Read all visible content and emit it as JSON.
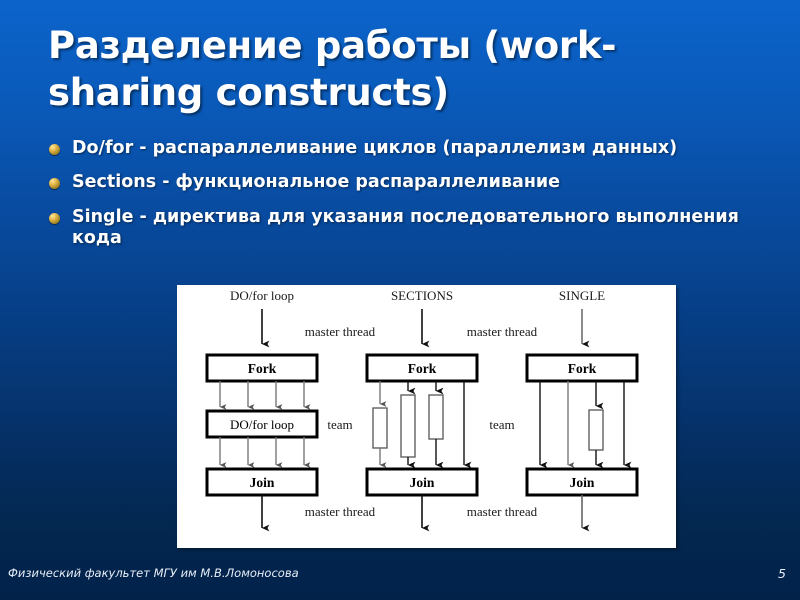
{
  "slide": {
    "title": "Разделение работы (work-sharing constructs)",
    "background_top_color": "#0c64cb",
    "background_bottom_color": "#02224a",
    "title_color": "#ffffff"
  },
  "bullets": [
    {
      "marker": "gold-sphere-bullet",
      "text": "Do/for - распараллеливание циклов (параллелизм данных)"
    },
    {
      "marker": "gold-sphere-bullet",
      "text": "Sections - функциональное распараллеливание"
    },
    {
      "marker": "gold-sphere-bullet",
      "text": "Single - директива для указания последовательного выполнения кода"
    }
  ],
  "diagram": {
    "headers": [
      "DO/for loop",
      "SECTIONS",
      "SINGLE"
    ],
    "columns": [
      {
        "name": "do-for-loop",
        "fork_label": "Fork",
        "middle_label": "DO/for loop",
        "join_label": "Join",
        "thread_count": 4
      },
      {
        "name": "sections",
        "fork_label": "Fork",
        "join_label": "Join",
        "thread_count": 4,
        "section_boxes": 3
      },
      {
        "name": "single",
        "fork_label": "Fork",
        "join_label": "Join",
        "thread_count": 4,
        "section_boxes": 1
      }
    ],
    "annotations": {
      "master_thread_top_left": "master thread",
      "master_thread_top_right": "master thread",
      "team_left": "team",
      "team_right": "team",
      "master_thread_bottom_left": "master thread",
      "master_thread_bottom_right": "master thread"
    }
  },
  "footer": {
    "institution": "Физический факультет МГУ им М.В.Ломоносова",
    "page_number": "5"
  }
}
